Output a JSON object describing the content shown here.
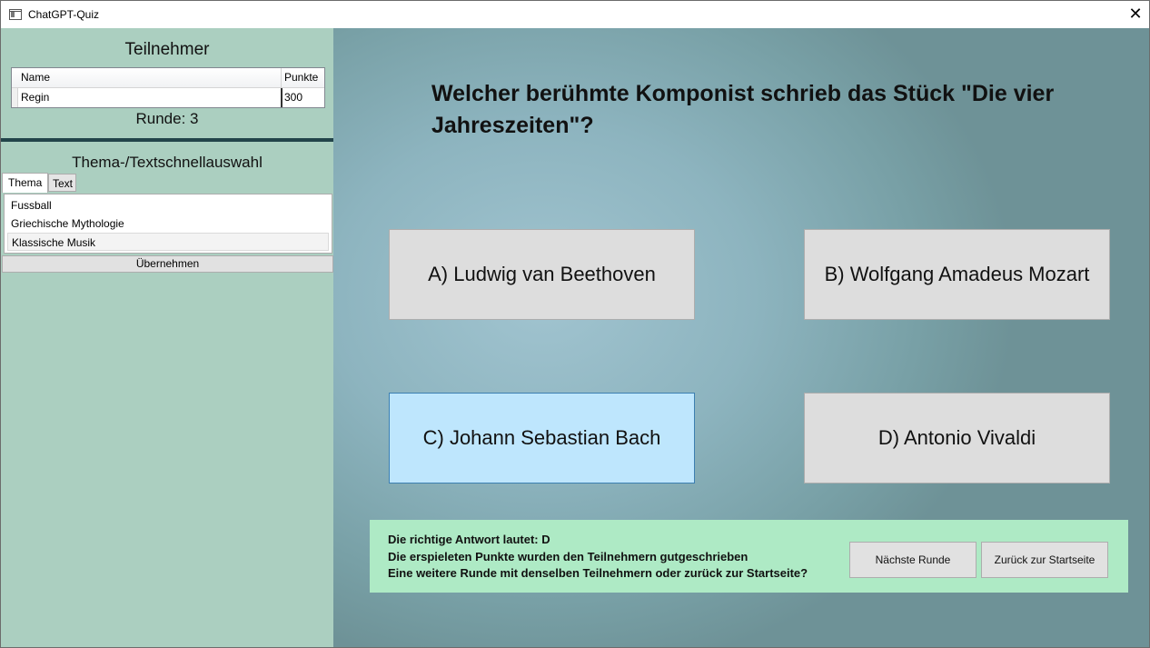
{
  "window": {
    "title": "ChatGPT-Quiz",
    "close_glyph": "✕",
    "app_icon": "window-icon"
  },
  "sidebar": {
    "participants_title": "Teilnehmer",
    "table": {
      "columns": [
        "Name",
        "Punkte"
      ],
      "rows": [
        {
          "name": "Regin",
          "points": "300"
        }
      ]
    },
    "round_label": "Runde: 3",
    "quick_select_title": "Thema-/Textschnellauswahl",
    "tabs": [
      "Thema",
      "Text"
    ],
    "active_tab": "Thema",
    "topics": [
      "Fussball",
      "Griechische Mythologie",
      "Klassische Musik"
    ],
    "selected_topic": "Klassische Musik",
    "apply_label": "Übernehmen"
  },
  "quiz": {
    "question": "Welcher berühmte Komponist schrieb das Stück \"Die vier Jahreszeiten\"?",
    "answers": {
      "a": "A) Ludwig van Beethoven",
      "b": "B) Wolfgang Amadeus Mozart",
      "c": "C) Johann Sebastian Bach",
      "d": "D) Antonio Vivaldi"
    },
    "highlighted_answer": "c"
  },
  "result": {
    "line1": "Die richtige Antwort lautet: D",
    "line2": "Die erspieleten Punkte wurden den Teilnehmern gutgeschrieben",
    "line3": "Eine weitere Runde mit denselben Teilnehmern oder zurück zur Startseite?",
    "next_round_label": "Nächste Runde",
    "back_label": "Zurück zur Startseite"
  },
  "colors": {
    "sidebar_bg": "#abcfc0",
    "highlight_answer": "#bee6fd",
    "result_panel": "#aeeac5",
    "divider": "#22444a"
  }
}
